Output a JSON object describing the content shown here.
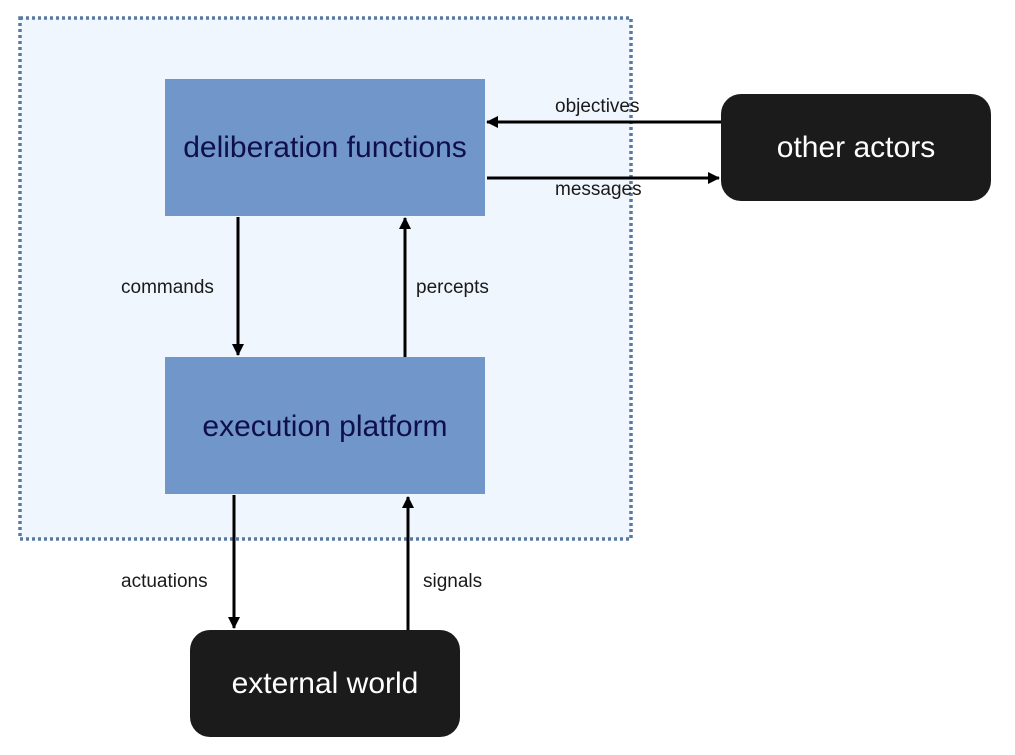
{
  "colors": {
    "container_fill": "#f0f6fe",
    "container_border": "#5a78a0",
    "process_box_fill": "#7196c9",
    "process_box_text": "#0f0f4a",
    "external_box_fill": "#1b1b1b",
    "external_box_text": "#ffffff",
    "arrow": "#000000"
  },
  "nodes": {
    "deliberation": {
      "label": "deliberation functions"
    },
    "execution": {
      "label": "execution platform"
    },
    "other_actors": {
      "label": "other actors"
    },
    "external_world": {
      "label": "external world"
    }
  },
  "edges": {
    "objectives": {
      "label": "objectives",
      "from": "other actors",
      "to": "deliberation functions"
    },
    "messages": {
      "label": "messages",
      "from": "deliberation functions",
      "to": "other actors"
    },
    "commands": {
      "label": "commands",
      "from": "deliberation functions",
      "to": "execution platform"
    },
    "percepts": {
      "label": "percepts",
      "from": "execution platform",
      "to": "deliberation functions"
    },
    "actuations": {
      "label": "actuations",
      "from": "execution platform",
      "to": "external world"
    },
    "signals": {
      "label": "signals",
      "from": "external world",
      "to": "execution platform"
    }
  }
}
